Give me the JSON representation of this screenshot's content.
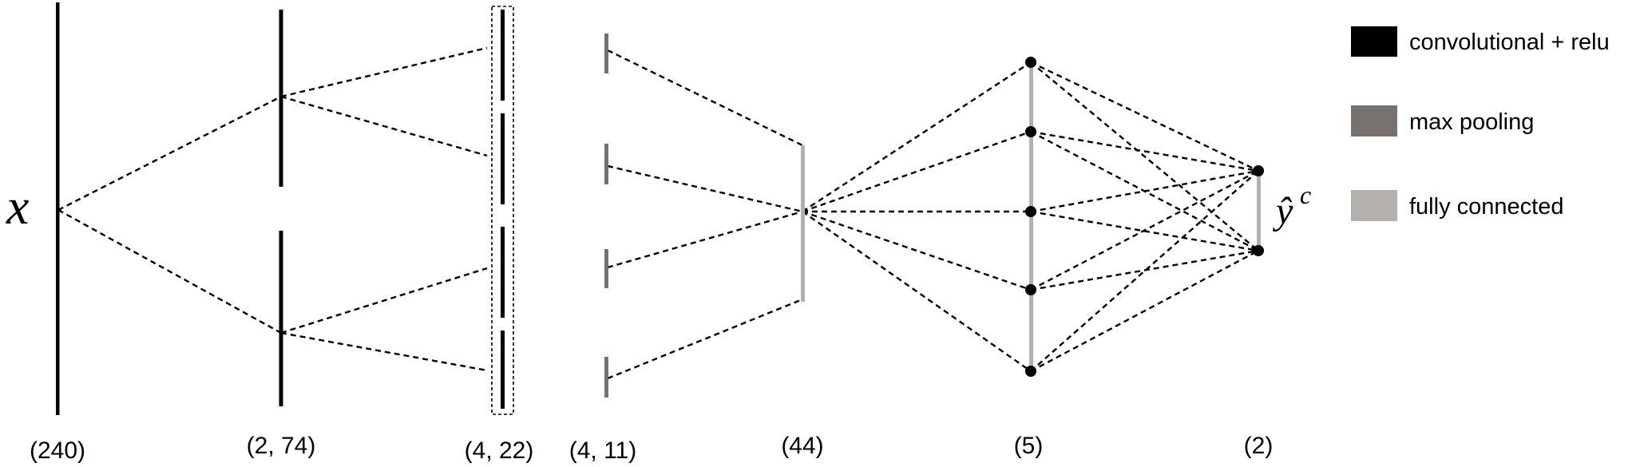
{
  "input_symbol": "x",
  "output_symbol": "ŷ",
  "output_superscript": "c",
  "legend": [
    {
      "label": "convolutional + relu",
      "color": "#000000"
    },
    {
      "label": "max pooling",
      "color": "#77716f"
    },
    {
      "label": "fully connected",
      "color": "#b3b0ae"
    }
  ],
  "layers": [
    {
      "dim": "(240)"
    },
    {
      "dim": "(2, 74)"
    },
    {
      "dim": "(4, 22)"
    },
    {
      "dim": "(4, 11)"
    },
    {
      "dim": "(44)"
    },
    {
      "dim": "(5)"
    },
    {
      "dim": "(2)"
    }
  ],
  "colors": {
    "conv": "#000000",
    "pool": "#77716f",
    "fc": "#b3b0ae",
    "edge": "#000000"
  }
}
